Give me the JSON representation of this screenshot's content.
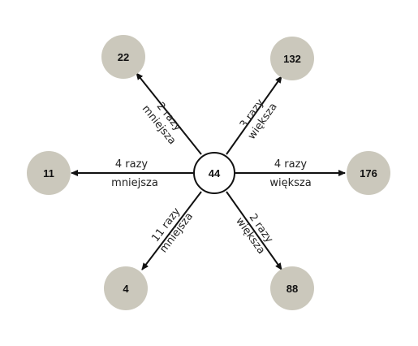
{
  "colors": {
    "outer_fill": "#cbc8bc",
    "center_fill": "#ffffff",
    "stroke": "#111111",
    "arrow": "#111111"
  },
  "center": {
    "value": "44"
  },
  "nodes": [
    {
      "id": "top-left",
      "value": "22",
      "label_line1": "2 razy",
      "label_line2": "mniejsza"
    },
    {
      "id": "top-right",
      "value": "132",
      "label_line1": "3 razy",
      "label_line2": "większa"
    },
    {
      "id": "left",
      "value": "11",
      "label_line1": "4 razy",
      "label_line2": "mniejsza"
    },
    {
      "id": "right",
      "value": "176",
      "label_line1": "4 razy",
      "label_line2": "większa"
    },
    {
      "id": "bottom-left",
      "value": "4",
      "label_line1": "11 razy",
      "label_line2": "mniejsza"
    },
    {
      "id": "bottom-right",
      "value": "88",
      "label_line1": "2 razy",
      "label_line2": "większa"
    }
  ]
}
